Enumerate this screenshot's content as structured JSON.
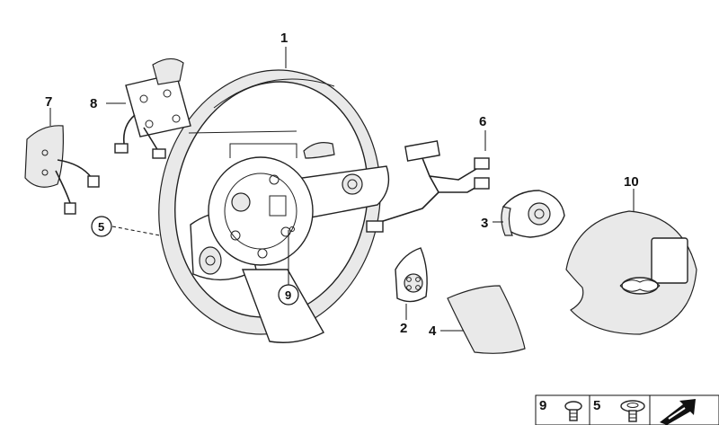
{
  "callouts": {
    "c1": "1",
    "c2": "2",
    "c3": "3",
    "c4": "4",
    "c5": "5",
    "c6": "6",
    "c7": "7",
    "c8": "8",
    "c9": "9",
    "c10": "10"
  },
  "legend": {
    "item9": "9",
    "item5": "5"
  }
}
